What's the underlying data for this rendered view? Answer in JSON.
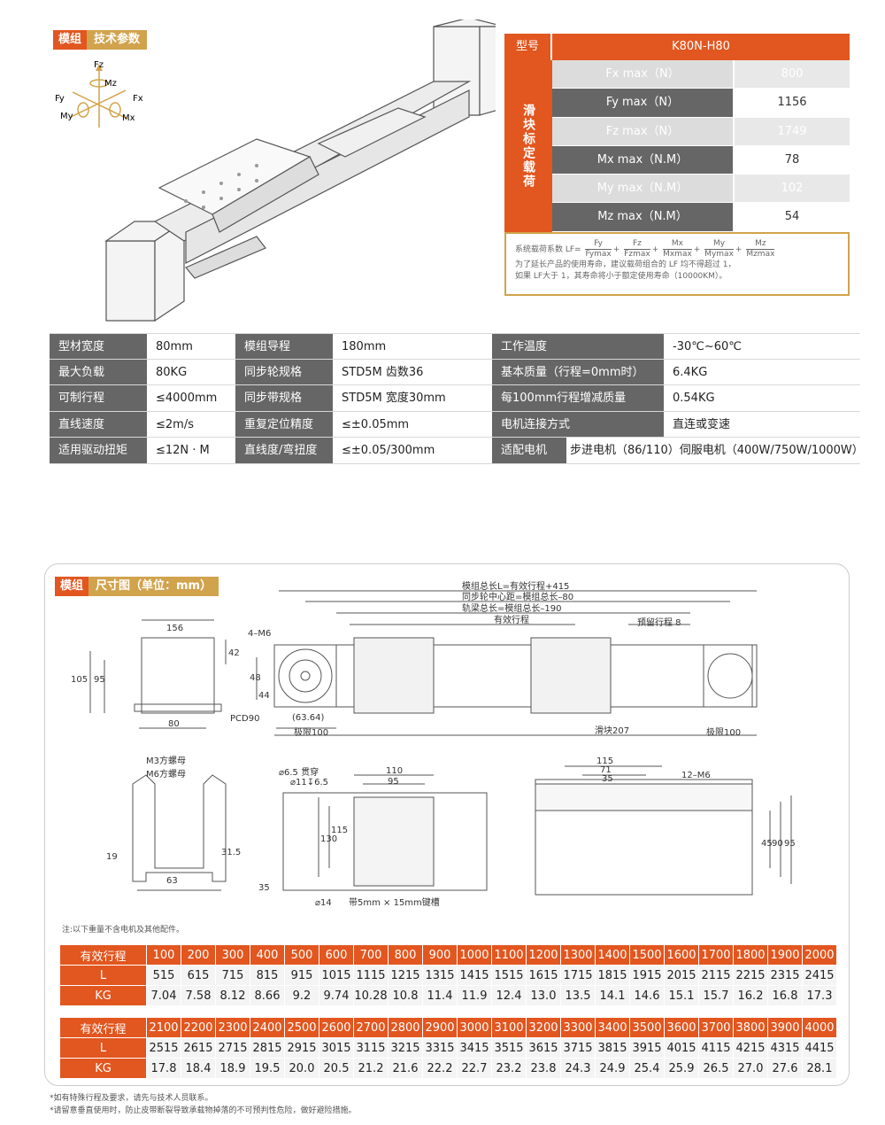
{
  "top_tag": {
    "a": "模组",
    "b": "技术参数"
  },
  "axes": {
    "fz": "Fz",
    "mz": "Mz",
    "fy": "Fy",
    "fx": "Fx",
    "my": "My",
    "mx": "Mx"
  },
  "load_table": {
    "model_label": "型号",
    "model": "K80N-H80",
    "side_label": "滑块标定载荷",
    "rows": [
      {
        "k": "Fx max（N）",
        "v": "800"
      },
      {
        "k": "Fy max（N）",
        "v": "1156"
      },
      {
        "k": "Fz max（N）",
        "v": "1749"
      },
      {
        "k": "Mx max（N.M）",
        "v": "78"
      },
      {
        "k": "My max（N.M）",
        "v": "102"
      },
      {
        "k": "Mz max（N.M）",
        "v": "54"
      }
    ],
    "lf_label": "系统载荷系数 LF=",
    "fractions": [
      [
        "Fy",
        "Fymax"
      ],
      [
        "Fz",
        "Fzmax"
      ],
      [
        "Mx",
        "Mxmax"
      ],
      [
        "My",
        "Mymax"
      ],
      [
        "Mz",
        "Mzmax"
      ]
    ],
    "note1": "为了延长产品的使用寿命，建议载荷组合的 LF 均不得超过 1，",
    "note2": "如果 LF大于 1，其寿命将小于额定使用寿命（10000KM）。"
  },
  "specs": [
    [
      "型材宽度",
      "80mm",
      "模组导程",
      "180mm",
      "工作温度",
      "-30℃~60℃"
    ],
    [
      "最大负载",
      "80KG",
      "同步轮规格",
      "STD5M 齿数36",
      "基本质量（行程=0mm时）",
      "6.4KG"
    ],
    [
      "可制行程",
      "≤4000mm",
      "同步带规格",
      "STD5M 宽度30mm",
      "每100mm行程增减质量",
      "0.54KG"
    ],
    [
      "直线速度",
      "≤2m/s",
      "重复定位精度",
      "≤±0.05mm",
      "电机连接方式",
      "直连或变速"
    ],
    [
      "适用驱动扭矩",
      "≤12N · M",
      "直线度/弯扭度",
      "≤±0.05/300mm",
      "适配电机",
      "步进电机（86/110）伺服电机（400W/750W/1000W）"
    ]
  ],
  "dim_tag": {
    "a": "模组",
    "b": "尺寸图（单位：mm）"
  },
  "dim_labels": {
    "d156": "156",
    "d105": "105",
    "d95": "95",
    "d42": "42",
    "d80": "80",
    "m6": "4–M6",
    "d48": "48",
    "d44": "44",
    "pcd": "PCD90",
    "d6364": "(63.64)",
    "lim100a": "极限100",
    "total": "模组总长L=有效行程+415",
    "sync": "同步轮中心距=模组总长–80",
    "beam": "轨梁总长=模组总长–190",
    "stroke": "有效行程",
    "reserve": "预留行程 8",
    "slider": "滑块207",
    "lim100b": "极限100",
    "m3": "M3方螺母",
    "m6n": "M6方螺母",
    "d19": "19",
    "d315": "31.5",
    "d63": "63",
    "hole": "⌀6.5 贯穿",
    "hole2": "⌀11↧6.5",
    "d110": "110",
    "d95b": "95",
    "d130": "130",
    "d115": "115",
    "d35": "35",
    "d14": "⌀14",
    "key": "带5mm × 15mm键槽",
    "d115b": "115",
    "d71": "71",
    "d35b": "35",
    "m6b": "12–M6",
    "d45": "45",
    "d90": "90",
    "d95c": "95"
  },
  "weight_note": "注:以下重量不含电机及其他配件。",
  "weight_tables": [
    {
      "h": "有效行程",
      "l": "L",
      "kg": "KG",
      "s": [
        "100",
        "200",
        "300",
        "400",
        "500",
        "600",
        "700",
        "800",
        "900",
        "1000",
        "1100",
        "1200",
        "1300",
        "1400",
        "1500",
        "1600",
        "1700",
        "1800",
        "1900",
        "2000"
      ],
      "L": [
        "515",
        "615",
        "715",
        "815",
        "915",
        "1015",
        "1115",
        "1215",
        "1315",
        "1415",
        "1515",
        "1615",
        "1715",
        "1815",
        "1915",
        "2015",
        "2115",
        "2215",
        "2315",
        "2415"
      ],
      "K": [
        "7.04",
        "7.58",
        "8.12",
        "8.66",
        "9.2",
        "9.74",
        "10.28",
        "10.8",
        "11.4",
        "11.9",
        "12.4",
        "13.0",
        "13.5",
        "14.1",
        "14.6",
        "15.1",
        "15.7",
        "16.2",
        "16.8",
        "17.3"
      ]
    },
    {
      "h": "有效行程",
      "l": "L",
      "kg": "KG",
      "s": [
        "2100",
        "2200",
        "2300",
        "2400",
        "2500",
        "2600",
        "2700",
        "2800",
        "2900",
        "3000",
        "3100",
        "3200",
        "3300",
        "3400",
        "3500",
        "3600",
        "3700",
        "3800",
        "3900",
        "4000"
      ],
      "L": [
        "2515",
        "2615",
        "2715",
        "2815",
        "2915",
        "3015",
        "3115",
        "3215",
        "3315",
        "3415",
        "3515",
        "3615",
        "3715",
        "3815",
        "3915",
        "4015",
        "4115",
        "4215",
        "4315",
        "4415"
      ],
      "K": [
        "17.8",
        "18.4",
        "18.9",
        "19.5",
        "20.0",
        "20.5",
        "21.2",
        "21.6",
        "22.2",
        "22.7",
        "23.2",
        "23.8",
        "24.3",
        "24.9",
        "25.4",
        "25.9",
        "26.5",
        "27.0",
        "27.6",
        "28.1"
      ]
    }
  ],
  "foot1": "*如有特殊行程及要求，请先与技术人员联系。",
  "foot2": "*请留意垂直使用时，防止皮带断裂导致承载物掉落的不可预判性危险，做好避险措施。"
}
